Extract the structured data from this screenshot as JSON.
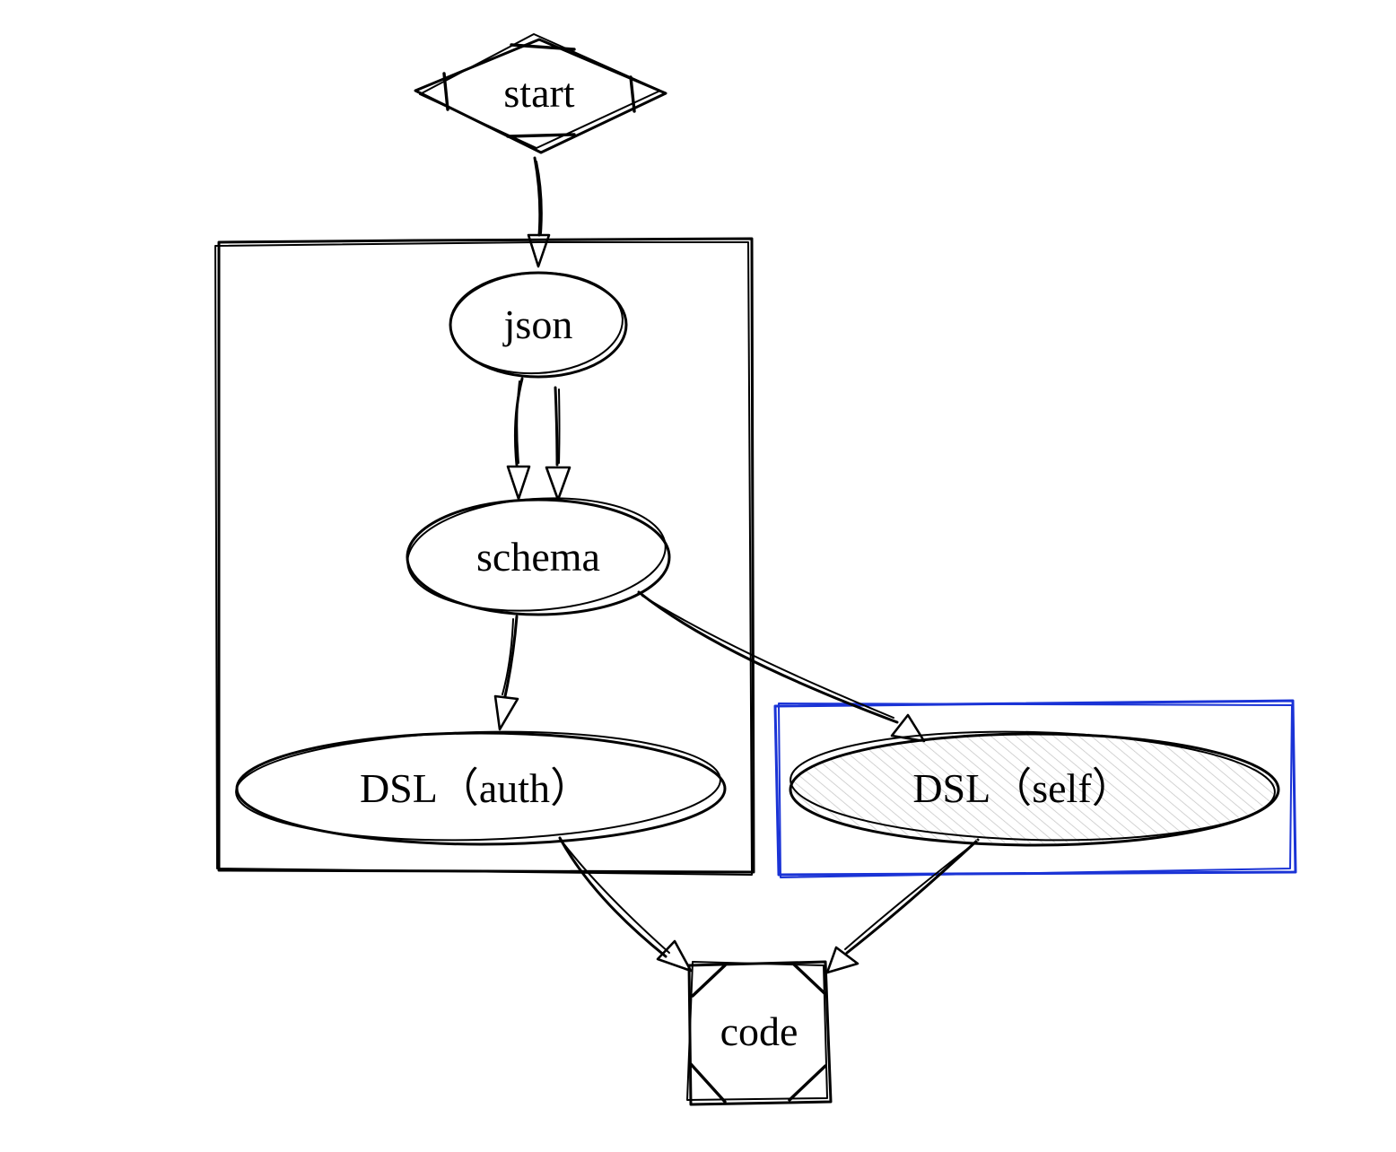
{
  "colors": {
    "ink": "#000000",
    "cluster_highlight": "#1a33d6",
    "hatch_fill": "#c8c8c8",
    "background": "#ffffff"
  },
  "nodes": {
    "start": {
      "label": "start",
      "shape": "diamond"
    },
    "json": {
      "label": "json",
      "shape": "ellipse"
    },
    "schema": {
      "label": "schema",
      "shape": "ellipse"
    },
    "dsl_auth": {
      "label": "DSL（auth）",
      "shape": "ellipse"
    },
    "dsl_self": {
      "label": "DSL（self）",
      "shape": "ellipse",
      "fill": "hatched"
    },
    "code": {
      "label": "code",
      "shape": "octagon-square"
    }
  },
  "clusters": [
    {
      "id": "main-cluster",
      "contains": [
        "json",
        "schema",
        "dsl_auth"
      ],
      "color": "#000000"
    },
    {
      "id": "self-cluster",
      "contains": [
        "dsl_self"
      ],
      "color": "#1a33d6"
    }
  ],
  "edges": [
    {
      "from": "start",
      "to": "json"
    },
    {
      "from": "json",
      "to": "schema"
    },
    {
      "from": "json",
      "to": "schema"
    },
    {
      "from": "schema",
      "to": "dsl_auth"
    },
    {
      "from": "schema",
      "to": "dsl_self"
    },
    {
      "from": "dsl_auth",
      "to": "code"
    },
    {
      "from": "dsl_self",
      "to": "code"
    }
  ]
}
